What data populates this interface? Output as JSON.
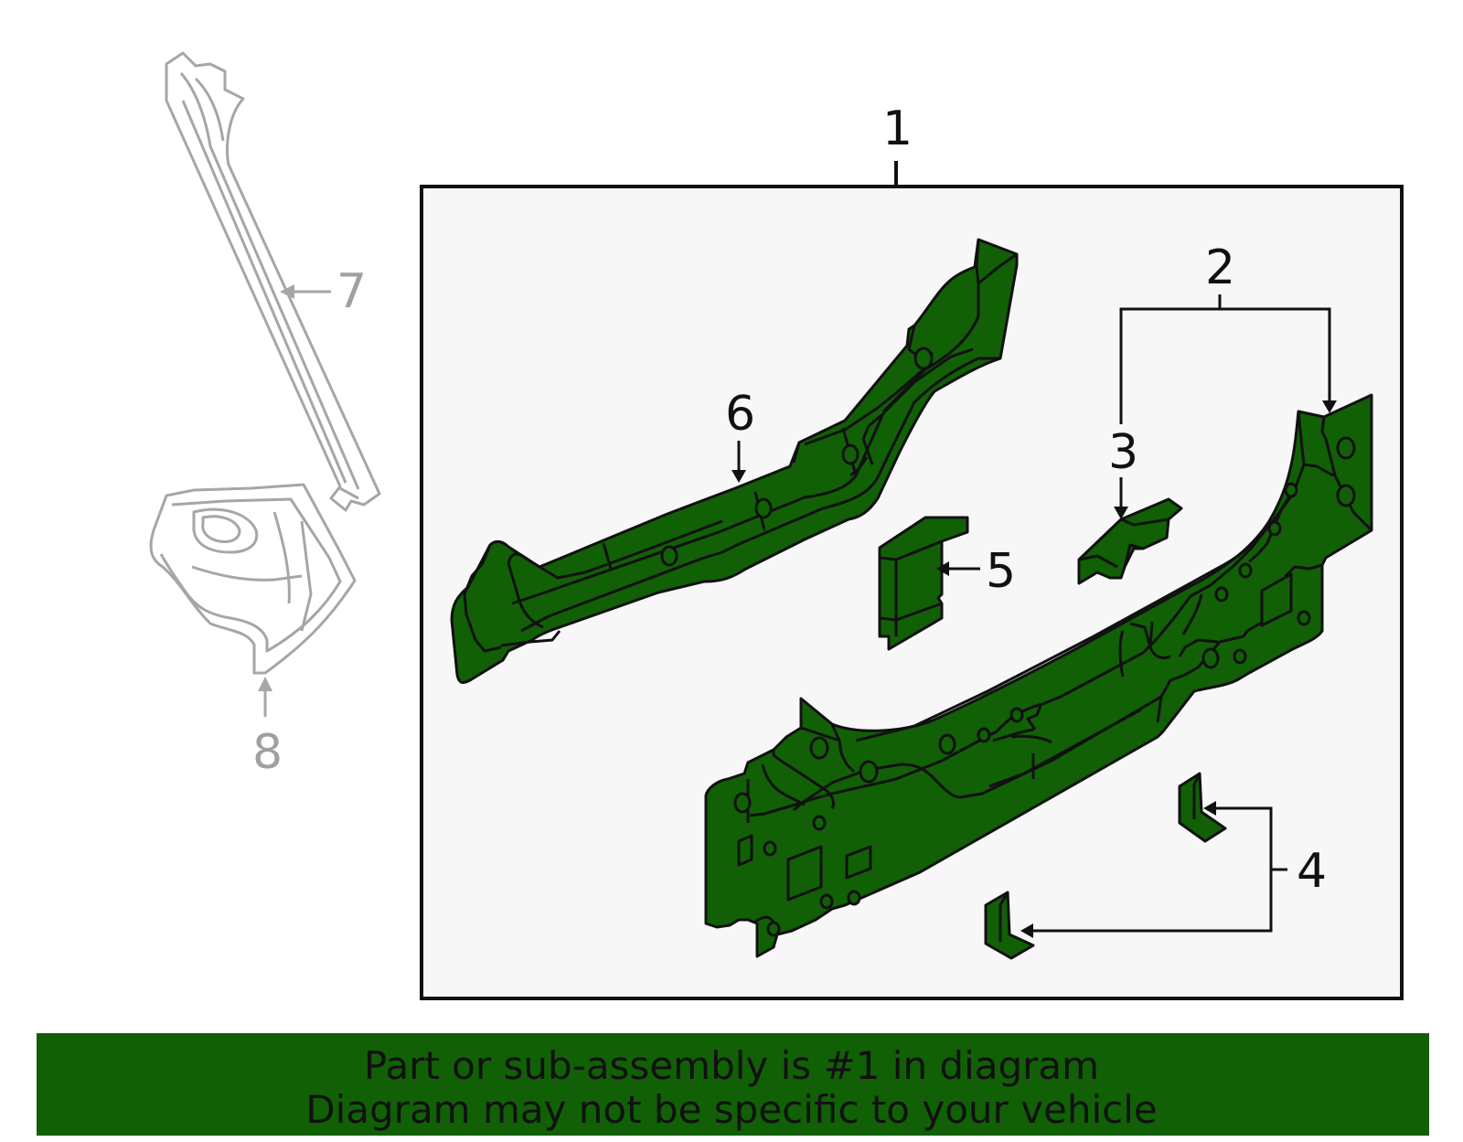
{
  "callouts": {
    "c1": "1",
    "c2": "2",
    "c3": "3",
    "c4": "4",
    "c5": "5",
    "c6": "6",
    "c7": "7",
    "c8": "8"
  },
  "banner": {
    "line1": "Part or sub-assembly is #1 in diagram",
    "line2": "Diagram may not be specific to your vehicle"
  },
  "colors": {
    "part_fill": "#116006",
    "banner_bg": "#116006",
    "assembly_bg": "#f7f7f7",
    "ghost_part": "#a6a6a6"
  }
}
